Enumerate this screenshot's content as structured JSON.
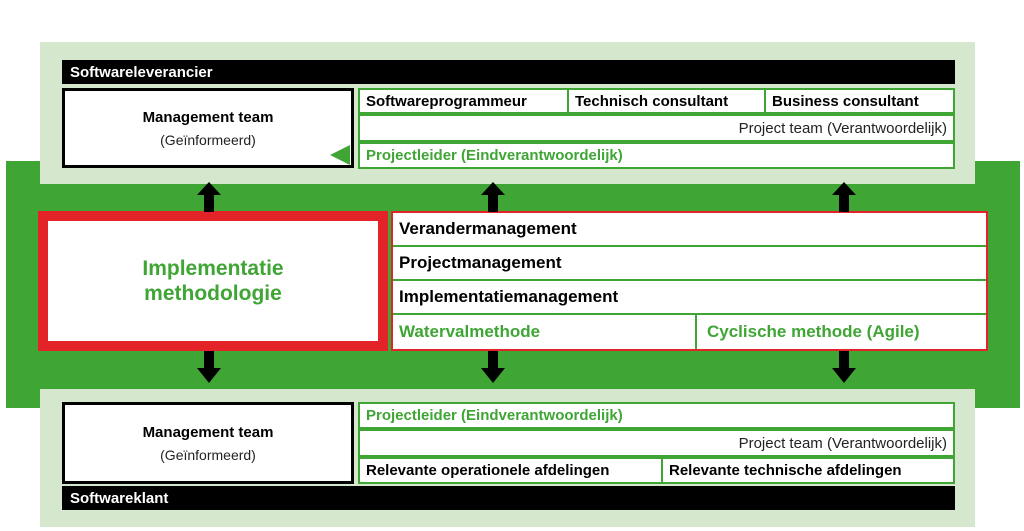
{
  "vendor": {
    "title": "Softwareleverancier",
    "management": {
      "title": "Management team",
      "subtitle": "(Geïnformeerd)"
    },
    "roles": [
      "Softwareprogrammeur",
      "Technisch consultant",
      "Business consultant"
    ],
    "project_team": "Project team (Verantwoordelijk)",
    "project_lead": "Projectleider (Eindverantwoordelijk)"
  },
  "center": {
    "methodology_line1": "Implementatie",
    "methodology_line2": "methodologie",
    "managements": [
      "Verandermanagement",
      "Projectmanagement",
      "Implementatiemanagement"
    ],
    "methods": [
      "Watervalmethode",
      "Cyclische methode (Agile)"
    ]
  },
  "client": {
    "title": "Softwareklant",
    "management": {
      "title": "Management team",
      "subtitle": "(Geïnformeerd)"
    },
    "project_lead": "Projectleider (Eindverantwoordelijk)",
    "project_team": "Project team (Verantwoordelijk)",
    "departments": [
      "Relevante operationele afdelingen",
      "Relevante technische afdelingen"
    ]
  },
  "colors": {
    "green": "#3fa535",
    "light_green": "#d5e8cd",
    "red": "#e42329",
    "black": "#000000"
  }
}
